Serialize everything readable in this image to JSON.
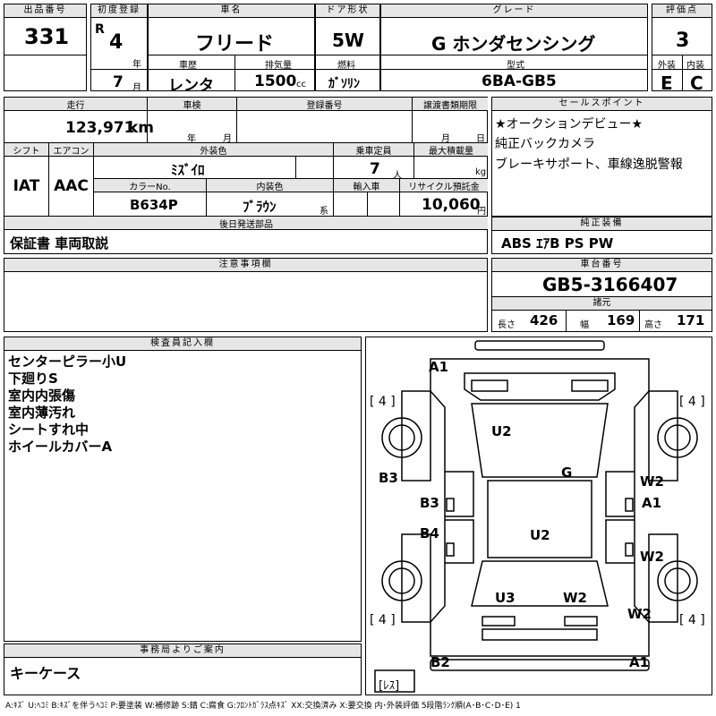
{
  "header": {
    "lot_label": "出品番号",
    "lot": "331",
    "first_reg_label": "初度登録",
    "era": "R",
    "reg_year": "4",
    "year_unit": "年",
    "reg_month": "7",
    "month_unit": "月",
    "car_name_label": "車名",
    "car_name": "フリード",
    "history_label": "車歴",
    "history": "レンタ",
    "displacement_label": "排気量",
    "displacement": "1500",
    "displacement_unit": "cc",
    "door_label": "ドア形状",
    "door": "5W",
    "fuel_label": "燃料",
    "fuel": "ｶﾞｿﾘﾝ",
    "grade_label": "グレード",
    "grade": "G ホンダセンシング",
    "model_label": "型式",
    "model": "6BA-GB5",
    "score_label": "評価点",
    "score": "3",
    "exterior_label": "外装",
    "exterior": "E",
    "interior_label": "内装",
    "interior": "C"
  },
  "row2": {
    "mileage_label": "走行",
    "mileage": "123,971",
    "mileage_unit": "km",
    "inspection_label": "車検",
    "insp_year_unit": "年",
    "insp_month_unit": "月",
    "reg_no_label": "登録番号",
    "transfer_label": "譲渡書類期限",
    "transfer_month_unit": "月",
    "transfer_day_unit": "日",
    "shift_label": "シフト",
    "shift": "IAT",
    "ac_label": "エアコン",
    "ac": "AAC",
    "ext_color_label": "外装色",
    "ext_color": "ﾐｽﾞｲﾛ",
    "capacity_label": "乗車定員",
    "capacity": "7",
    "capacity_unit": "人",
    "max_load_label": "最大積載量",
    "max_load_unit": "kg",
    "color_no_label": "カラーNo.",
    "color_no": "B634P",
    "int_color_label": "内装色",
    "int_color": "ﾌﾞﾗｳﾝ",
    "int_color_unit": "系",
    "import_label": "輸入車",
    "recycle_label": "リサイクル預託金",
    "recycle": "10,060",
    "recycle_unit": "円",
    "later_label": "後日発送部品",
    "later": "保証書 車両取説"
  },
  "sales": {
    "label": "セールスポイント",
    "lines": [
      "★オークションデビュー★",
      "純正バックカメラ",
      "ブレーキサポート、車線逸脱警報"
    ]
  },
  "equipment": {
    "label": "純正装備",
    "value": "ABS ｴｱB PS PW"
  },
  "caution": {
    "label": "注意事項欄"
  },
  "chassis": {
    "label": "車台番号",
    "value": "GB5-3166407",
    "dims_label": "諸元",
    "length_label": "長さ",
    "length": "426",
    "width_label": "幅",
    "width": "169",
    "height_label": "高さ",
    "height": "171"
  },
  "inspector": {
    "label": "検査員記入欄",
    "lines": [
      "センターピラー小U",
      "下廻りS",
      "室内内張傷",
      "室内薄汚れ",
      "シートすれ中",
      "ホイールカバーA"
    ]
  },
  "office": {
    "label": "事務局よりご案内",
    "value": "キーケース"
  },
  "diagram": {
    "tire_fl": "[ 4 ]",
    "tire_fr": "[ 4 ]",
    "tire_rl": "[ 4 ]",
    "tire_rr": "[ 4 ]",
    "marks": [
      "A1",
      "U2",
      "G",
      "B3",
      "W2",
      "B3",
      "A1",
      "B4",
      "U2",
      "W2",
      "U3",
      "W2",
      "W2",
      "B2",
      "A1"
    ],
    "less_label": "[ﾚｽ]"
  },
  "legend": "A:ｷｽﾞ U:ﾍｺﾐ B:ｷｽﾞを伴うﾍｺﾐ P:要塗装 W:補修跡 S:錆 C:腐食 G:ﾌﾛﾝﾄｶﾞﾗｽ点ｷｽﾞ XX:交換済み X:要交換 内･外装評価 5段階ﾗﾝｸ順(A･B･C･D･E) 1"
}
